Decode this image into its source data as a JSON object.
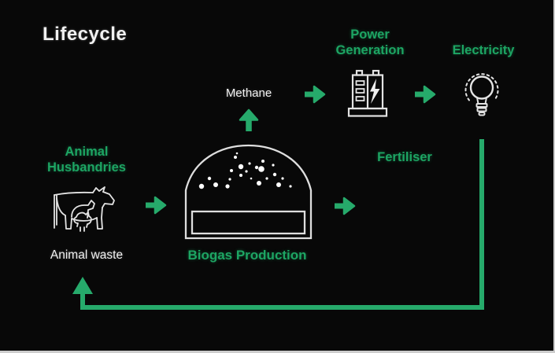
{
  "title": "Lifecycle",
  "labels": {
    "power_generation": "Power\nGeneration",
    "electricity": "Electricity",
    "methane": "Methane",
    "animal_husbandries": "Animal\nHusbandries",
    "animal_waste": "Animal waste",
    "biogas_production": "Biogas Production",
    "fertiliser": "Fertiliser"
  },
  "icons": {
    "animals": "cow-and-chicken-icon",
    "digester": "biogas-digester-icon",
    "generator": "battery-generator-icon",
    "electricity": "lightbulb-icon",
    "arrows": [
      "arrow-animal-to-digester",
      "arrow-up-methane",
      "arrow-methane-to-generator",
      "arrow-generator-to-electricity",
      "arrow-digester-to-fertiliser",
      "recycle-loop-arrow"
    ]
  },
  "colors": {
    "background": "#080808",
    "accent_green_text": "#1da563",
    "accent_green_line": "#26aa6b",
    "text_white": "#f1f1f1",
    "icon_stroke": "#e3e3e3"
  }
}
